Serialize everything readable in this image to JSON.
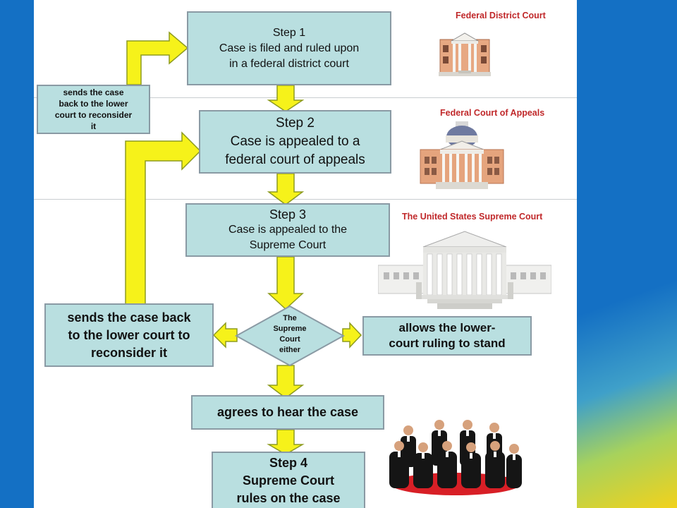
{
  "colors": {
    "box_fill": "#b9dfe0",
    "box_border": "#8a9aa4",
    "arrow_fill": "#f6f21a",
    "arrow_stroke": "#8d9b20",
    "court_label": "#c0282a",
    "frame_blue": "#1470c4",
    "frame_yellow": "#f2d21c",
    "divider": "#c9cdd0"
  },
  "steps": {
    "step1": {
      "heading": "Step 1",
      "line1": "Case is filed and ruled upon",
      "line2": "in a federal district court"
    },
    "step2": {
      "heading": "Step 2",
      "line1": "Case is appealed to a",
      "line2": "federal court of appeals"
    },
    "step3": {
      "heading": "Step 3",
      "line1": "Case is appealed to the",
      "line2": "Supreme Court"
    },
    "step4": {
      "heading": "Step 4",
      "line1": "Supreme Court",
      "line2": "rules on the case"
    }
  },
  "decision": {
    "line1": "The",
    "line2": "Supreme",
    "line3": "Court",
    "line4": "either"
  },
  "outcomes": {
    "send_back_small": {
      "line1": "sends the case",
      "line2": "back to the lower",
      "line3": "court to reconsider",
      "line4": "it"
    },
    "send_back_large": {
      "line1": "sends the case back",
      "line2": "to the lower court to",
      "line3": "reconsider it"
    },
    "allows_ruling": {
      "line1": "allows the lower-",
      "line2": "court ruling to stand"
    },
    "agrees_hear": {
      "label": "agrees to hear the case"
    }
  },
  "courts": {
    "district": "Federal District Court",
    "appeals": "Federal Court of Appeals",
    "supreme": "The United States Supreme Court"
  },
  "icons": [
    "district-courthouse-icon",
    "appeals-courthouse-icon",
    "supreme-court-building-icon",
    "justices-group-photo"
  ]
}
